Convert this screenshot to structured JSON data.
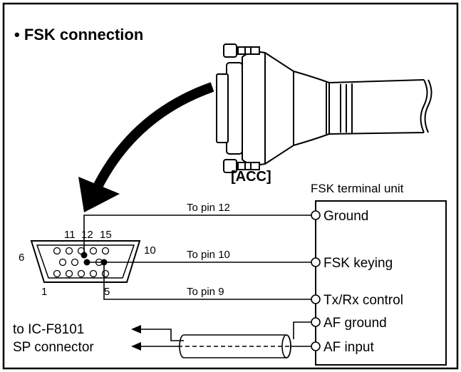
{
  "title": "• FSK connection",
  "connector_label": "[ACC]",
  "terminal_unit_title": "FSK terminal unit",
  "pin_numbers": {
    "p11": "11",
    "p12": "12",
    "p15": "15",
    "p6": "6",
    "p10": "10",
    "p1": "1",
    "p5": "5"
  },
  "wire_labels": {
    "to_pin_12": "To pin 12",
    "to_pin_10": "To pin 10",
    "to_pin_9": "To pin 9"
  },
  "terminals": {
    "ground": "Ground",
    "fsk_keying": "FSK keying",
    "txrx_control": "Tx/Rx control",
    "af_ground": "AF ground",
    "af_input": "AF input"
  },
  "destination": {
    "line1": "to IC-F8101",
    "line2": "SP connector"
  }
}
